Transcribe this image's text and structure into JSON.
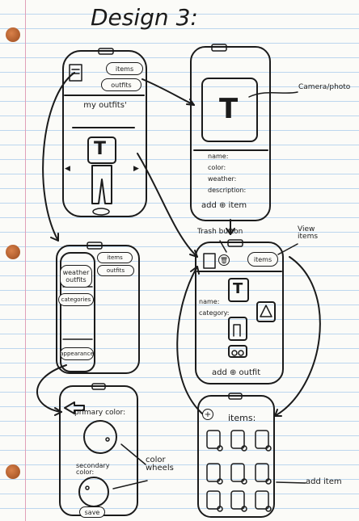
{
  "title": "Design 3:",
  "screen1": {
    "items_button": "items",
    "outfits_button": "outfits",
    "my_outfits_heading": "my outfits'",
    "shirt_letter": "T",
    "left_arrow": "◀",
    "right_arrow": "▶"
  },
  "screen2": {
    "photo_letter": "T",
    "camera_annotation": "Camera/photo",
    "name_label": "name:",
    "color_label": "color:",
    "weather_label": "weather:",
    "description_label": "description:",
    "add_item": "add ⊕ item"
  },
  "screen3": {
    "items_button": "items",
    "outfits_button": "outfits",
    "weather_outfits": "weather outfits",
    "categories": "categories",
    "appearance": "appearance"
  },
  "screen4": {
    "trash_annotation": "Trash button",
    "view_items_annotation": "View items",
    "items_button": "items",
    "name_label": "name:",
    "category_label": "category:",
    "shirt_letter": "T",
    "add_outfit": "add ⊕ outfit"
  },
  "screen5": {
    "primary_color": "primary color:",
    "secondary_color": "secondary color:",
    "color_wheels_annotation": "color wheels",
    "save_button": "save"
  },
  "screen6": {
    "heading": "items:",
    "add_item_annotation": "add item",
    "plus_glyph": "+"
  }
}
